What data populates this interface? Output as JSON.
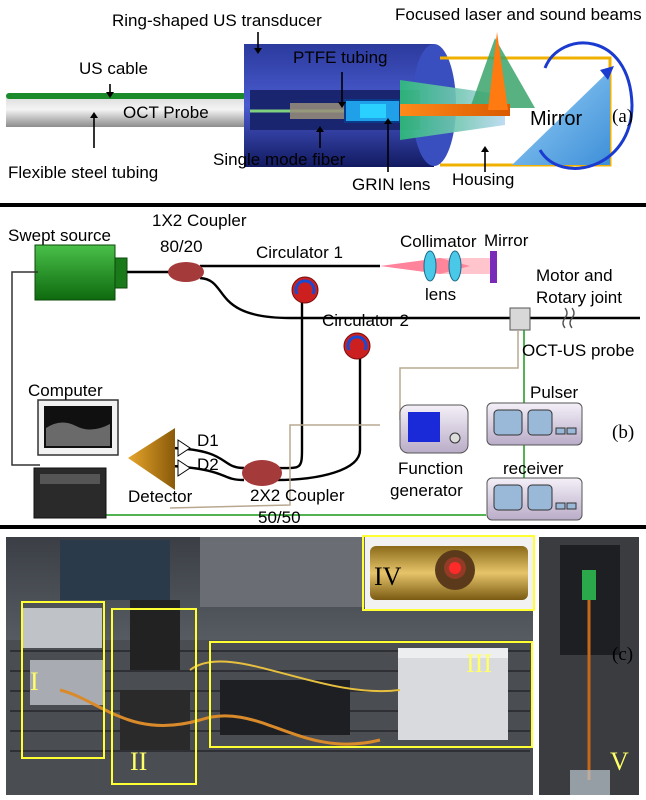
{
  "panel_a": {
    "panel_tag": "(a)",
    "labels": {
      "ring_transducer": "Ring-shaped US transducer",
      "focused_beams": "Focused laser and sound beams",
      "us_cable": "US cable",
      "ptfe": "PTFE tubing",
      "oct_probe": "OCT Probe",
      "mirror": "Mirror",
      "steel_tubing": "Flexible steel tubing",
      "single_mode_fiber": "Single mode fiber",
      "grin_lens": "GRIN lens",
      "housing": "Housing"
    }
  },
  "panel_b": {
    "panel_tag": "(b)",
    "labels": {
      "swept_source": "Swept source",
      "coupler_1x2": "1X2 Coupler",
      "coupler_1x2_ratio": "80/20",
      "circulator_1": "Circulator 1",
      "collimator": "Collimator",
      "lens": "lens",
      "mirror": "Mirror",
      "motor": "Motor and",
      "rotary": "Rotary joint",
      "circulator_2": "Circulator 2",
      "oct_us_probe": "OCT-US probe",
      "computer": "Computer",
      "pulser": "Pulser",
      "d1": "D1",
      "d2": "D2",
      "function": "Function",
      "generator": "generator",
      "receiver": "receiver",
      "detector": "Detector",
      "coupler_2x2": "2X2 Coupler",
      "coupler_2x2_ratio": "50/50"
    }
  },
  "panel_c": {
    "panel_tag": "(c)",
    "region_labels": [
      "I",
      "II",
      "III",
      "IV",
      "V"
    ]
  },
  "colors": {
    "highlight_box": "#ffff33",
    "swept_source": "#1f9a1f",
    "circulator": "#cc1f1f",
    "coupler": "#a53a3a",
    "detector": "#c98a14",
    "transducer": "#1e2a8a",
    "mirror": "#4aa8e8"
  }
}
